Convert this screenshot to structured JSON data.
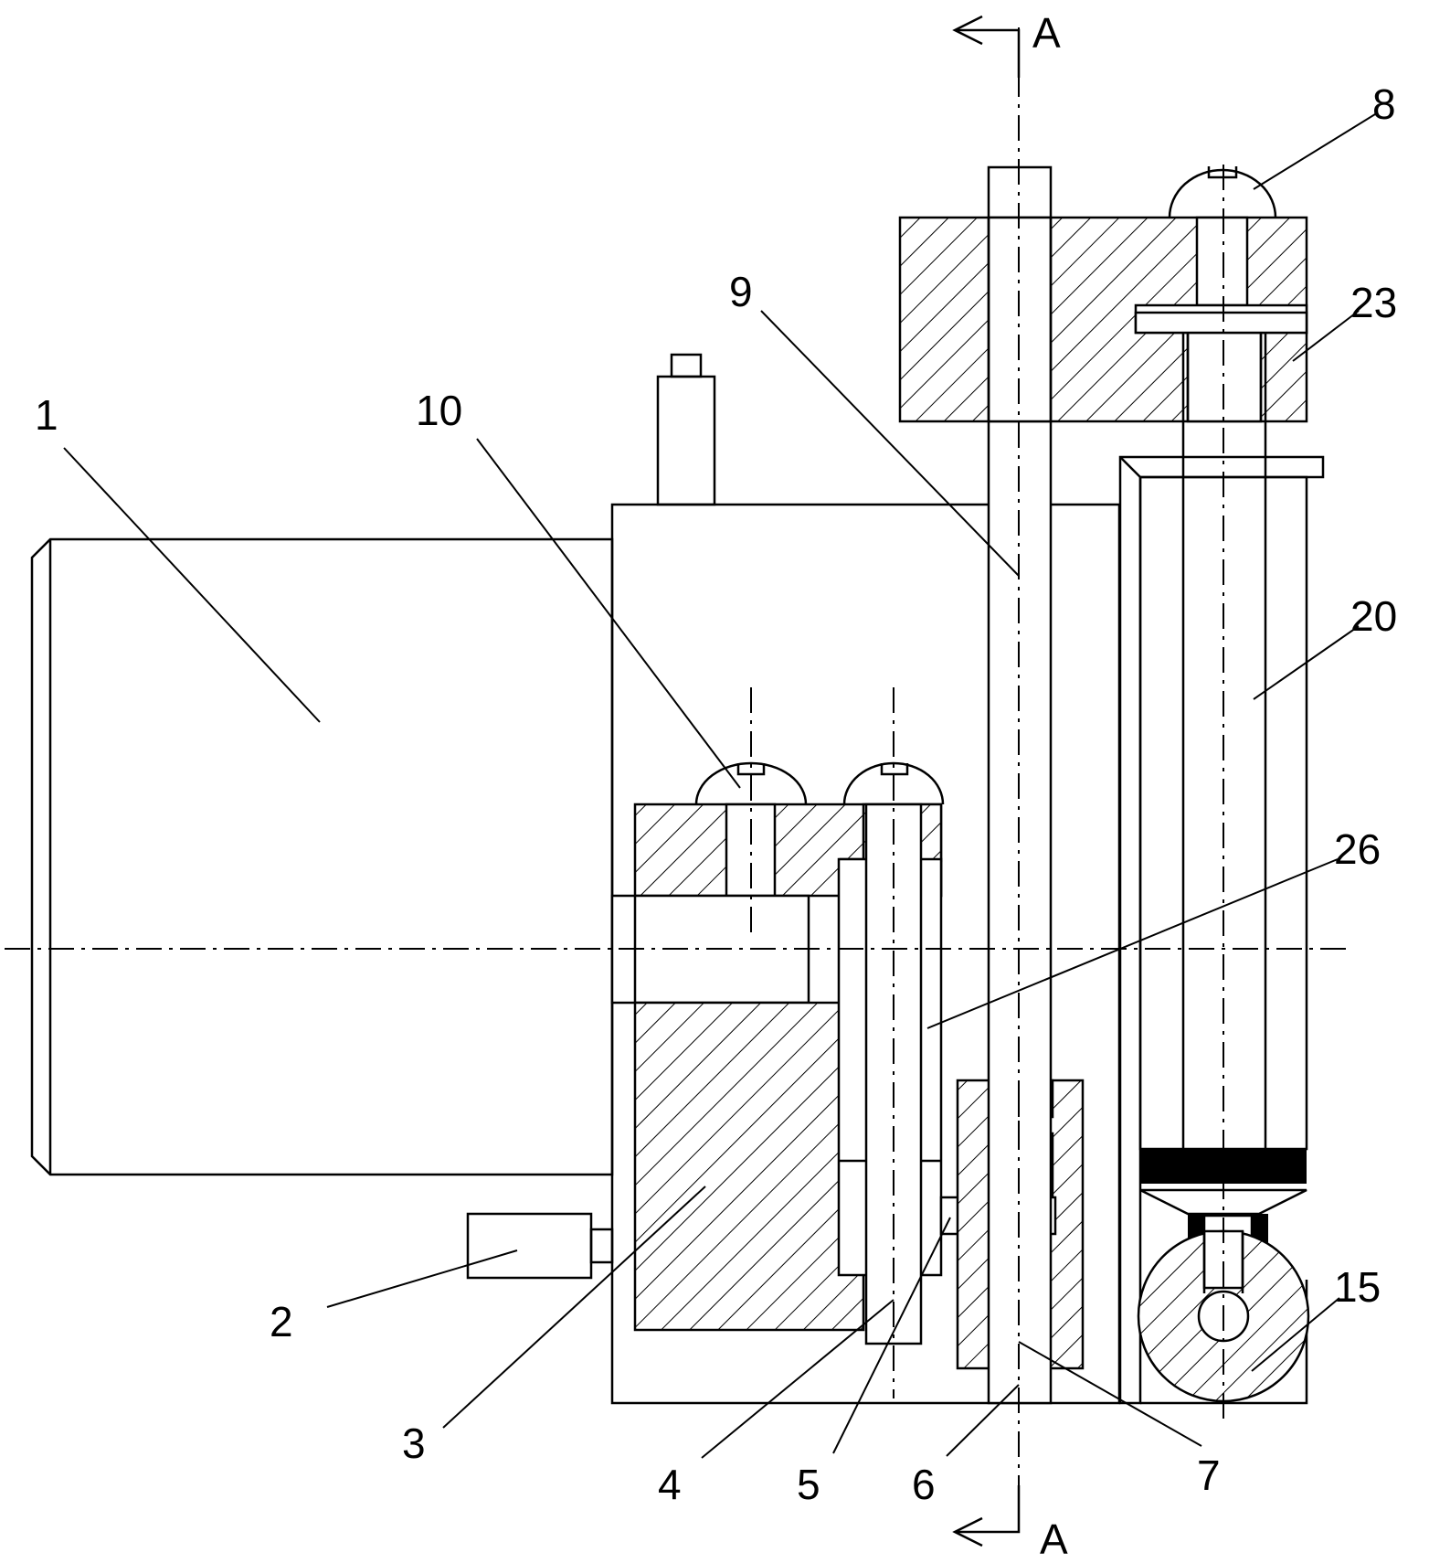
{
  "section_marker": {
    "top": "A",
    "bottom": "A"
  },
  "part_labels": {
    "p1": "1",
    "p2": "2",
    "p3": "3",
    "p4": "4",
    "p5": "5",
    "p6": "6",
    "p7": "7",
    "p8": "8",
    "p9": "9",
    "p10": "10",
    "p15": "15",
    "p20": "20",
    "p23": "23",
    "p26": "26"
  },
  "colors": {
    "line": "#000000",
    "background": "#ffffff"
  }
}
